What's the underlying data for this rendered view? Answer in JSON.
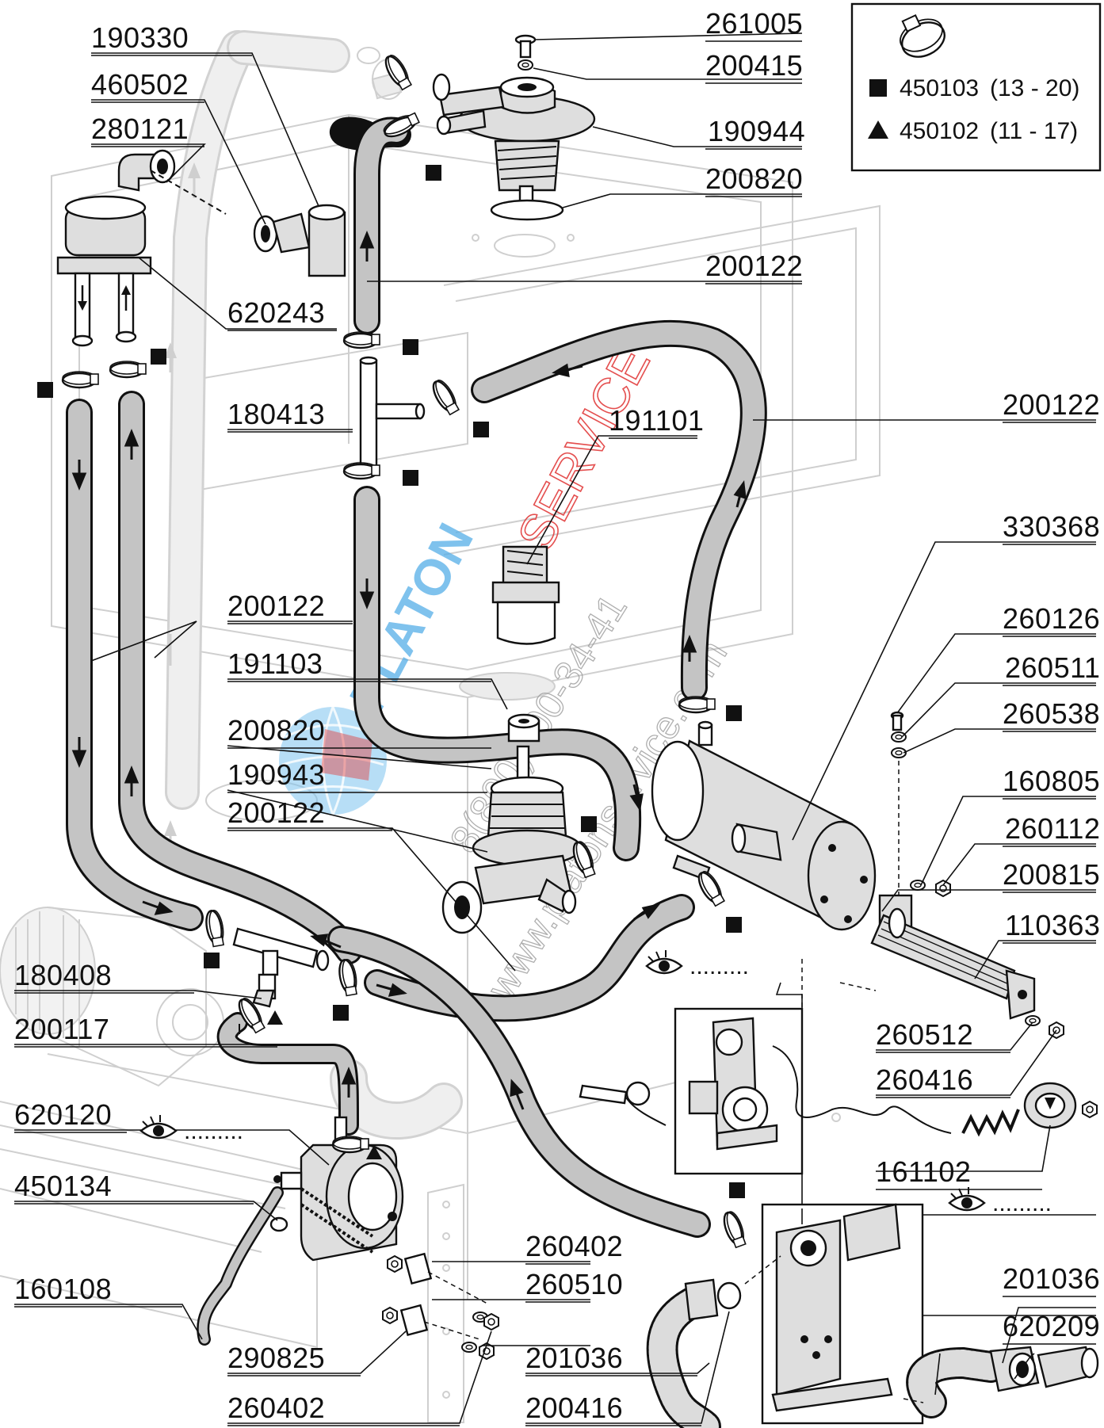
{
  "legend": {
    "clamp_icon": "hose-clamp-icon",
    "rows": [
      {
        "symbol": "square",
        "code": "450103",
        "range": "(13 - 20)"
      },
      {
        "symbol": "triangle",
        "code": "450102",
        "range": "(11 - 17)"
      }
    ]
  },
  "parts": [
    {
      "code": "190330"
    },
    {
      "code": "460502"
    },
    {
      "code": "280121"
    },
    {
      "code": "620243"
    },
    {
      "code": "180413"
    },
    {
      "code": "200122"
    },
    {
      "code": "191103"
    },
    {
      "code": "200820"
    },
    {
      "code": "190943"
    },
    {
      "code": "200122"
    },
    {
      "code": "180408"
    },
    {
      "code": "200117"
    },
    {
      "code": "620120"
    },
    {
      "code": "450134"
    },
    {
      "code": "160108"
    },
    {
      "code": "290825"
    },
    {
      "code": "260402"
    },
    {
      "code": "261005"
    },
    {
      "code": "200415"
    },
    {
      "code": "190944"
    },
    {
      "code": "200820"
    },
    {
      "code": "200122"
    },
    {
      "code": "200122"
    },
    {
      "code": "191101"
    },
    {
      "code": "330368"
    },
    {
      "code": "260126"
    },
    {
      "code": "260511"
    },
    {
      "code": "260538"
    },
    {
      "code": "160805"
    },
    {
      "code": "260112"
    },
    {
      "code": "200815"
    },
    {
      "code": "110363"
    },
    {
      "code": "260512"
    },
    {
      "code": "260416"
    },
    {
      "code": "161102"
    },
    {
      "code": "260402"
    },
    {
      "code": "260510"
    },
    {
      "code": "201036"
    },
    {
      "code": "200416"
    },
    {
      "code": "201036"
    },
    {
      "code": "620209"
    }
  ],
  "view_marker_text": ".........",
  "watermark": {
    "brand_a": "PLATON",
    "brand_b": "SERVICE",
    "phone": "8(800)500-34-41",
    "site": "www.platonservice.com"
  },
  "colors": {
    "hose_fill": "#c4c4c4",
    "outline": "#111111",
    "ghost": "#cfcfcf",
    "watermark_blue": "#55aee8",
    "watermark_red": "#e23c3c"
  }
}
